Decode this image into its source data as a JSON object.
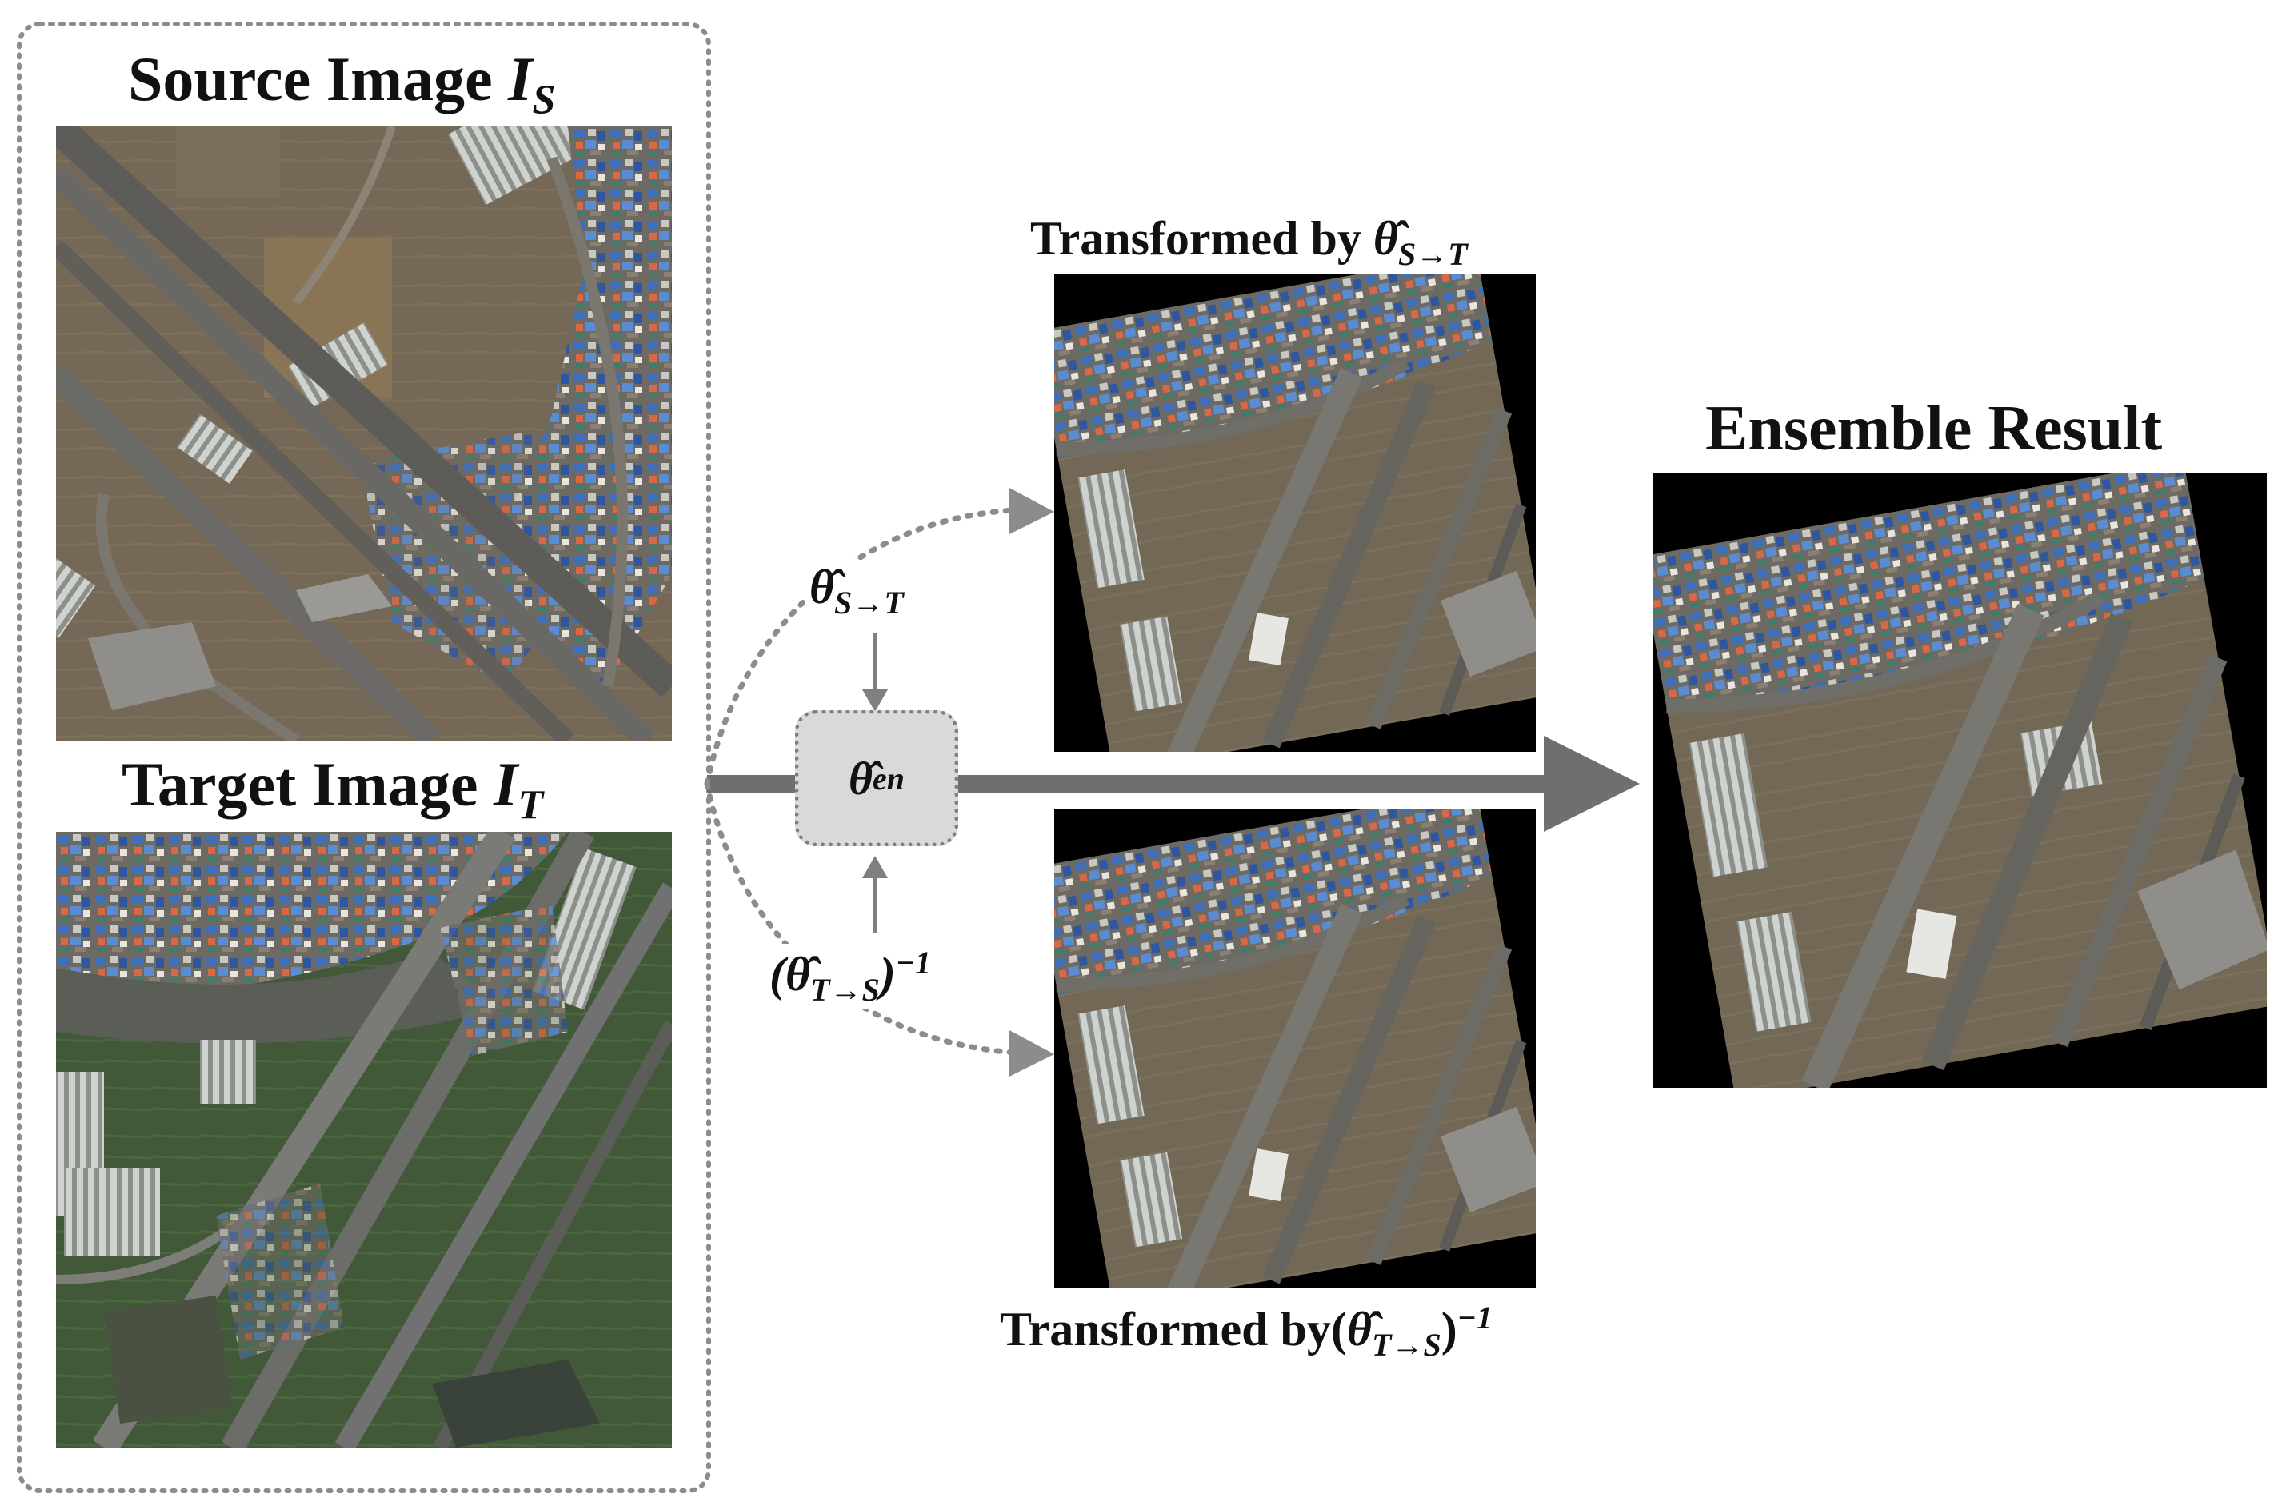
{
  "source_panel": {
    "title_prefix": "Source Image ",
    "title_symbol": "I",
    "title_sub": "S"
  },
  "target_panel": {
    "title_prefix": "Target Image ",
    "title_symbol": "I",
    "title_sub": "T"
  },
  "transformed_top": {
    "title_prefix": "Transformed by ",
    "title_symbol": "θ̂",
    "title_sub": "S→T"
  },
  "transformed_bottom": {
    "title_prefix": "Transformed by(",
    "title_symbol": "θ̂",
    "title_sub": "T→S",
    "title_close": ")",
    "title_sup": "−1"
  },
  "ensemble_panel": {
    "title": "Ensemble Result"
  },
  "params": {
    "forward_symbol": "θ̂",
    "forward_sub": "S→T",
    "ensemble_symbol": "θ̂",
    "ensemble_sub": "en",
    "inverse_open": "(",
    "inverse_symbol": "θ̂",
    "inverse_sub": "T→S",
    "inverse_close": ")",
    "inverse_sup": "−1"
  },
  "colors": {
    "arrow": "#6f6f6f",
    "dotted": "#8c8c8c",
    "ensemble_fill": "#d9d9d9"
  }
}
